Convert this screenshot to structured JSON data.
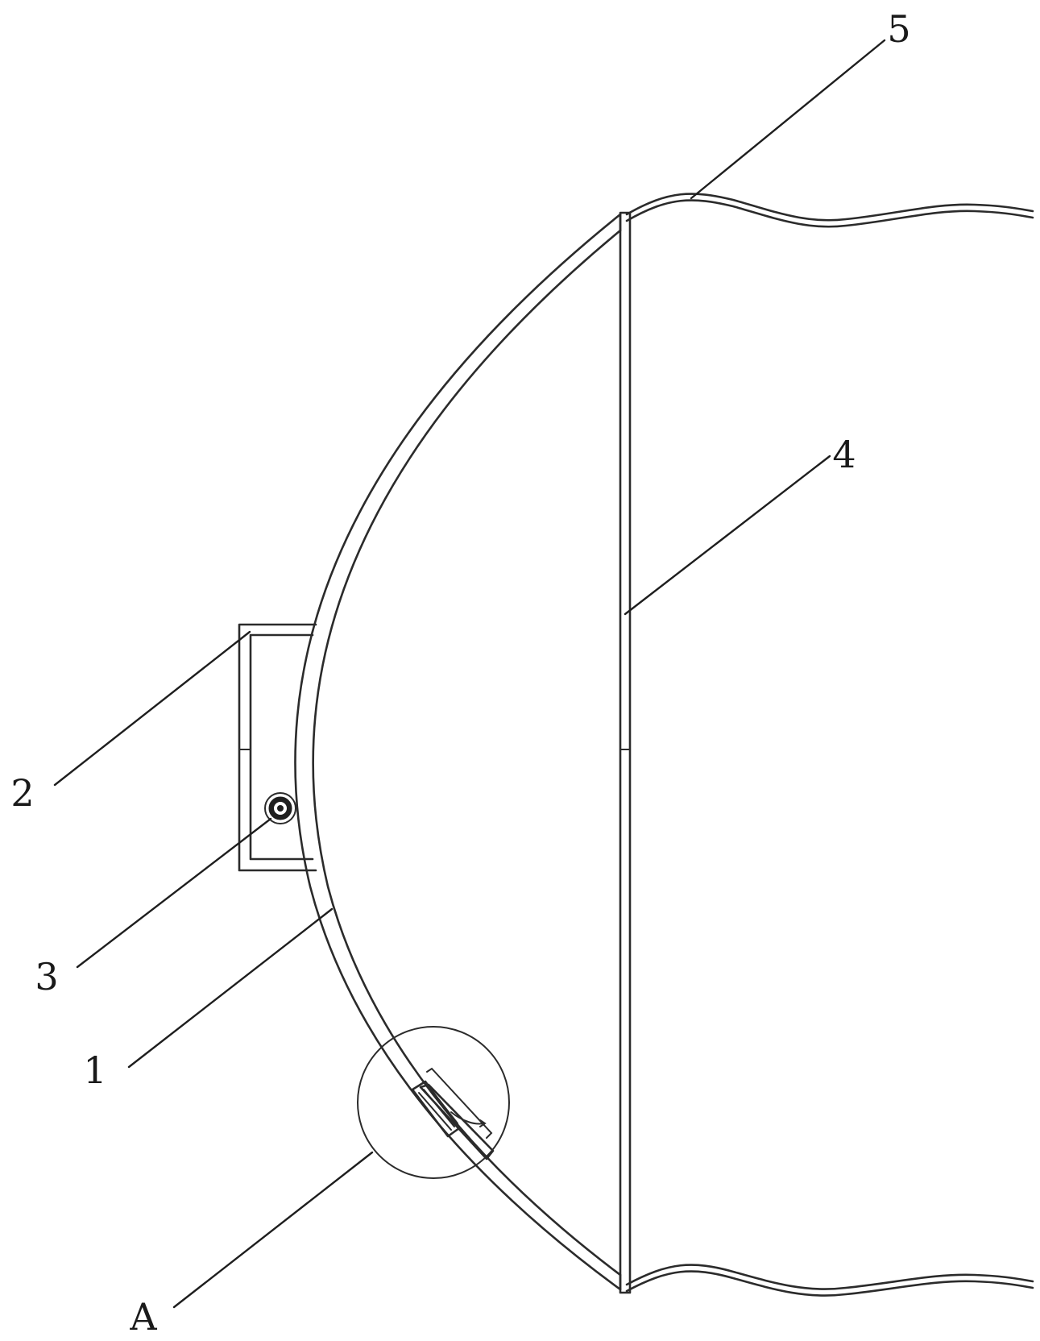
{
  "labels": {
    "part_1": "1",
    "part_2": "2",
    "part_3": "3",
    "part_4": "4",
    "part_5": "5",
    "detail_A": "A"
  },
  "colors": {
    "line": "#2b2b2b",
    "background": "#ffffff"
  }
}
